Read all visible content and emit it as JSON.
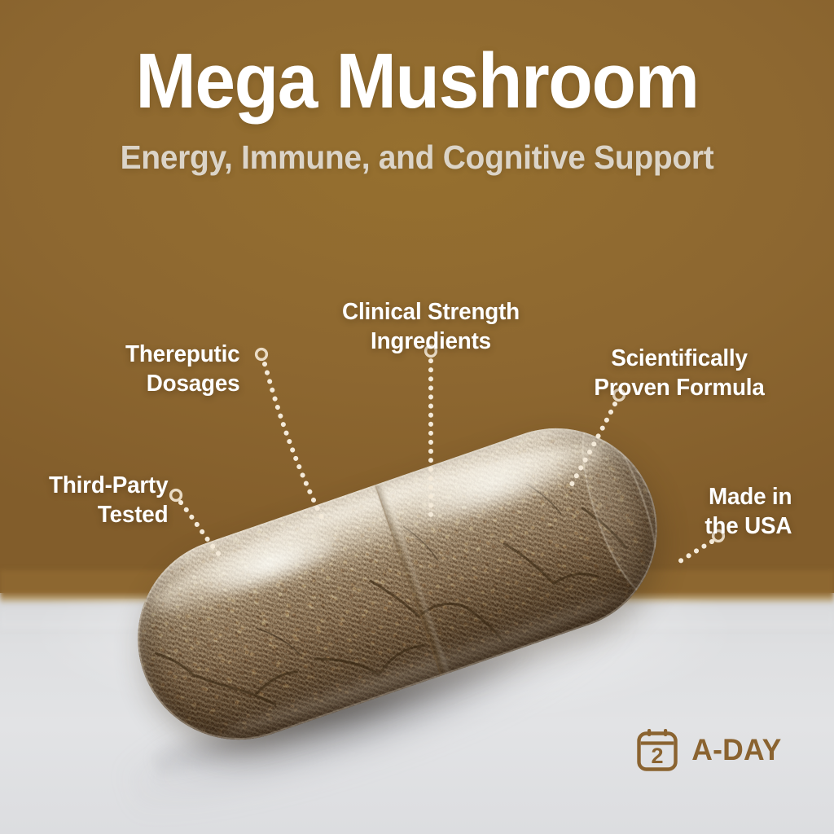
{
  "header": {
    "title": "Mega Mushroom",
    "subtitle": "Energy, Immune, and Cognitive Support"
  },
  "callouts": [
    {
      "id": "third-party-tested",
      "label": "Third-Party\nTested"
    },
    {
      "id": "thereputic-dosages",
      "label": "Thereputic\nDosages"
    },
    {
      "id": "clinical-strength",
      "label": "Clinical Strength\nIngredients"
    },
    {
      "id": "scientifically-proven",
      "label": "Scientifically\nProven Formula"
    },
    {
      "id": "made-in-usa",
      "label": "Made in\nthe USA"
    }
  ],
  "badge": {
    "count": "2",
    "label": "A-DAY",
    "icon": "calendar-icon"
  },
  "product": {
    "name": "mushroom-supplement-capsule",
    "form": "two-piece capsule"
  },
  "colors": {
    "background_brown": "#8d6730",
    "surface_gray": "#dddee0",
    "title_white": "#ffffff",
    "subtitle_beige": "#dbd4c8",
    "leader_cream": "#f2e8da",
    "badge_brown": "#8a6330"
  }
}
